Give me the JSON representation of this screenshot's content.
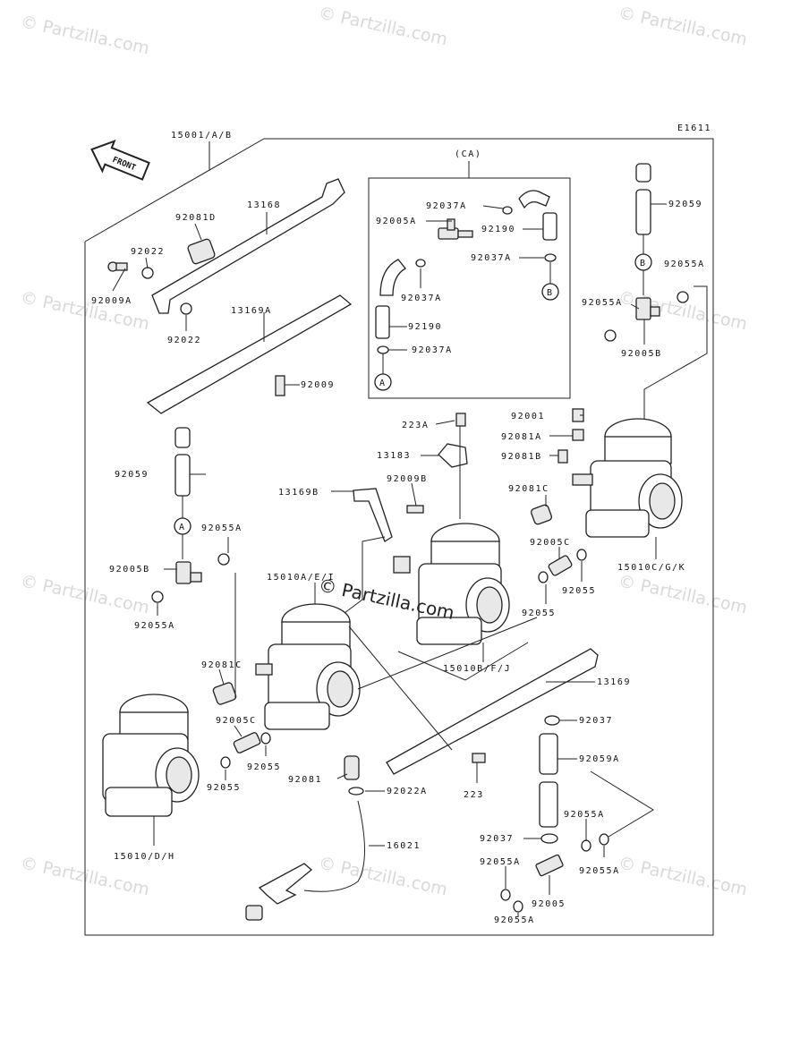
{
  "diagram_code": "E1611",
  "front_label": "FRONT",
  "watermark": "© Partzilla.com",
  "center_watermark": "© Partzilla.com",
  "ca_label": "(CA)",
  "refs": {
    "a": "A",
    "b": "B"
  },
  "parts": {
    "p15001": "15001/A/B",
    "p13168": "13168",
    "p92081D": "92081D",
    "p92022_top": "92022",
    "p92009A": "92009A",
    "p92022_bot": "92022",
    "p13169A": "13169A",
    "p92009": "92009",
    "p92037A_1": "92037A",
    "p92005A": "92005A",
    "p92190_1": "92190",
    "p92037A_2": "92037A",
    "p92037A_3": "92037A",
    "p92190_2": "92190",
    "p92037A_4": "92037A",
    "p92059_top": "92059",
    "p92055A_r1": "92055A",
    "p92055A_r2": "92055A",
    "p92005B_r": "92005B",
    "p223A": "223A",
    "p92001": "92001",
    "p13183": "13183",
    "p92081A": "92081A",
    "p92081B": "92081B",
    "p92059_left": "92059",
    "p13169B": "13169B",
    "p92009B": "92009B",
    "p92081C_r": "92081C",
    "p92055A_left": "92055A",
    "p92005C_r": "92005C",
    "p15010CGK": "15010C/G/K",
    "p92005B_left": "92005B",
    "p15010AEI": "15010A/E/I",
    "p92055_r1": "92055",
    "p92055A_l2": "92055A",
    "p92055_r2": "92055",
    "p15010BFJ": "15010B/F/J",
    "p92081C_l": "92081C",
    "p13169": "13169",
    "p92005C_l": "92005C",
    "p92037_r": "92037",
    "p92055_l1": "92055",
    "p92059A": "92059A",
    "p92055_l2": "92055",
    "p92081": "92081",
    "p92022A": "92022A",
    "p223": "223",
    "p92055A_b1": "92055A",
    "p15010DH": "15010/D/H",
    "p16021": "16021",
    "p92037_b": "92037",
    "p92055A_b2": "92055A",
    "p92055A_b3": "92055A",
    "p92005": "92005",
    "p92055A_b4": "92055A"
  }
}
